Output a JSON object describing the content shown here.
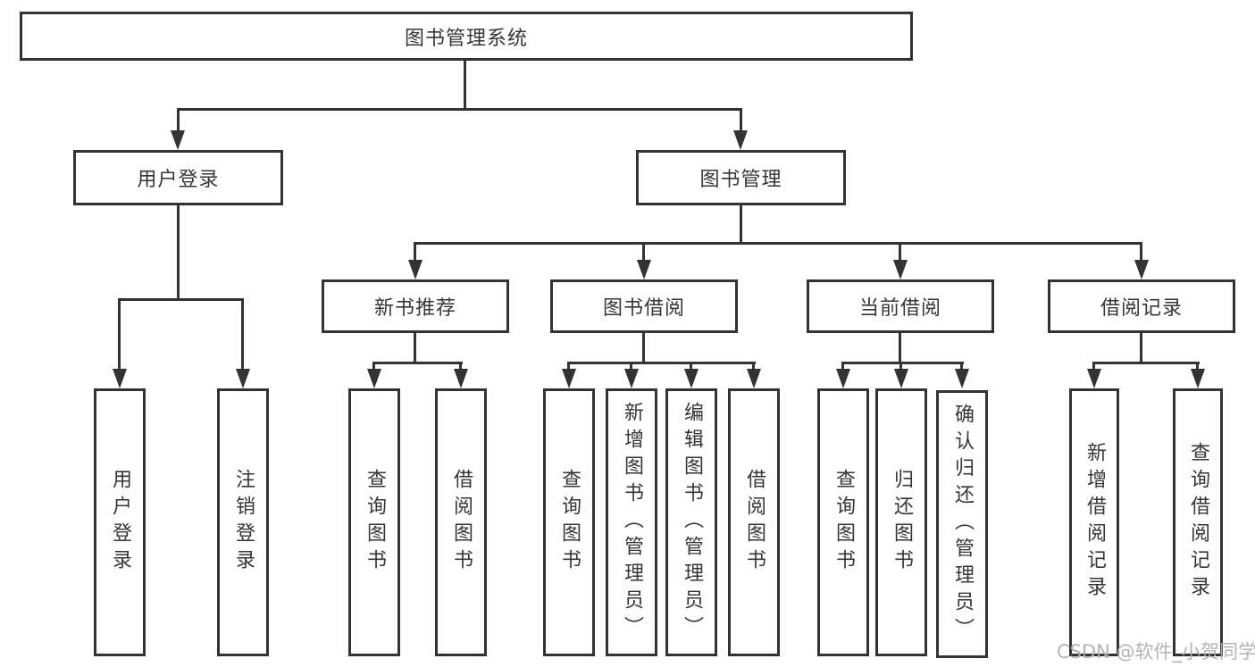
{
  "nodes": {
    "root": "图书管理系统",
    "user_login": "用户登录",
    "book_mgmt": "图书管理",
    "new_book_rec": "新书推荐",
    "book_borrow": "图书借阅",
    "current_borrow": "当前借阅",
    "borrow_records": "借阅记录",
    "leaves": {
      "user_login": [
        "用户登录",
        "注销登录"
      ],
      "new_book_rec": [
        "查询图书",
        "借阅图书"
      ],
      "book_borrow": [
        "查询图书",
        "新增图书（管理员）",
        "编辑图书（管理员）",
        "借阅图书"
      ],
      "current_borrow": [
        "查询图书",
        "归还图书",
        "确认归还（管理员）"
      ],
      "borrow_records": [
        "新增借阅记录",
        "查询借阅记录"
      ]
    }
  },
  "watermark": "CSDN @软件_小贺同学",
  "colors": {
    "line": "#333333",
    "box_border": "#333333",
    "box_bg": "#ffffff",
    "text": "#363636",
    "watermark": "#afafaf"
  }
}
